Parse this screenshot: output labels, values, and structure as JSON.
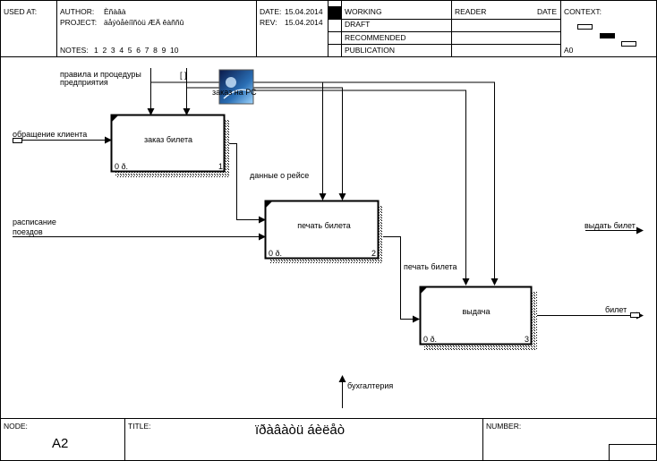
{
  "header": {
    "used_at_label": "USED AT:",
    "author_label": "AUTHOR:",
    "author_value": "Èñàâà",
    "project_label": "PROJECT:",
    "project_value": "äåýòåèíîñòü  ÆÄ êàññû",
    "notes_label": "NOTES:",
    "notes_numbers": "1  2  3  4  5  6  7  8  9  10",
    "date_label": "DATE:",
    "date_value": "15.04.2014",
    "rev_label": "REV:",
    "rev_value": "15.04.2014",
    "statuses": [
      "WORKING",
      "DRAFT",
      "RECOMMENDED",
      "PUBLICATION"
    ],
    "reader_label": "READER",
    "reader_date_label": "DATE",
    "context_label": "CONTEXT:",
    "context_node": "A0"
  },
  "diagram": {
    "boxes": [
      {
        "label": "заказ билета",
        "cost": "0 ð.",
        "number": "1"
      },
      {
        "label": "печать билета",
        "cost": "0 ð.",
        "number": "2"
      },
      {
        "label": "выдача",
        "cost": "0 ð.",
        "number": "3"
      }
    ],
    "arrows": {
      "control_rules": "правила и процедуры",
      "control_rules_2": "предприятия",
      "input_request": "обращение клиента",
      "flow_trip_data": "данные о рейсе",
      "input_schedule": "расписание",
      "input_schedule_2": "поездов",
      "flow_printed": "печать билета",
      "output_issue": "выдать билет",
      "output_ticket": "билет",
      "mechanism": "бухгалтерия",
      "overlay_text": "заказ на РС",
      "bracket_mark": "[ ]"
    }
  },
  "footer": {
    "node_label": "NODE:",
    "node_value": "A2",
    "title_label": "TITLE:",
    "title_value": "ïðàâàòü  áèëåò",
    "number_label": "NUMBER:"
  }
}
